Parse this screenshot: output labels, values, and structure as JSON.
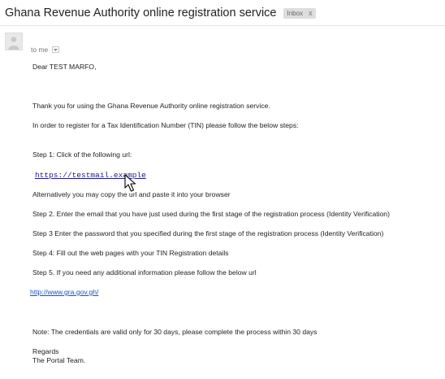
{
  "email": {
    "subject": "Ghana Revenue Authority online registration service",
    "label": "Inbox",
    "label_close": "x",
    "recipient": "to me"
  },
  "body": {
    "greeting": "Dear TEST MARFO,",
    "thanks": "Thank you for using the Ghana Revenue Authority online registration service.",
    "intro": "In order to register for a Tax Identification Number (TIN) please follow the below steps:",
    "step1": "Step 1: Click of the following url:",
    "step1_link": "https://testmail.example",
    "alternatively": "Alternatively you may copy the url and paste it into your browser",
    "step2": "Step 2. Enter the email that you have just used during the first stage of the registration process (Identity Verification)",
    "step3": "Step 3 Enter the password that you specified during the first stage of the registration process (Identity Verification)",
    "step4": "Step 4: Fill out the web pages with your TIN Registration details",
    "step5": "Step 5. If you need any additional information please follow the below url",
    "gra_link": "http://www.gra.gov.gh/",
    "note": "Note: The credentials are valid only for 30 days, please complete the process within 30 days",
    "regards": "Regards",
    "signature": "The Portal Team."
  },
  "icons": {
    "avatar": "person-icon",
    "dropdown": "chevron-down-icon",
    "cursor": "mouse-pointer-icon"
  }
}
